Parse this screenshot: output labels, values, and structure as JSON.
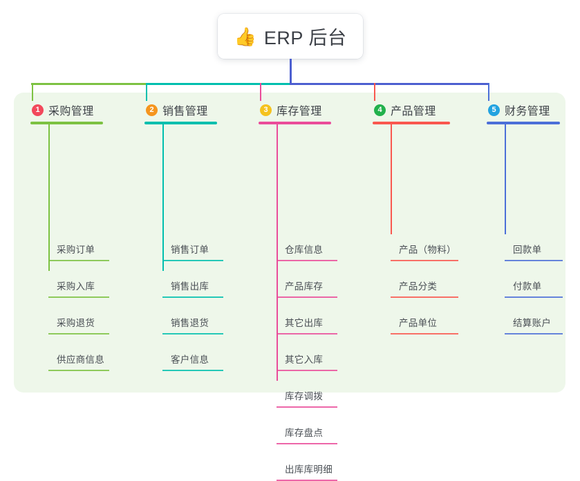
{
  "root": {
    "icon": "thumbs-up-icon",
    "emoji": "👍",
    "title": "ERP 后台"
  },
  "theme": {
    "panel_bg": "#eef7ea",
    "root_bg": "#ffffff",
    "root_text": "#3b3f46",
    "trunk_color": "#4c5fd0",
    "bus_left": "#7dc242",
    "bus_mid": "#00bfae",
    "bus_right": "#4c5fd0"
  },
  "branches": [
    {
      "index": "1",
      "title": "采购管理",
      "color": "#7dc242",
      "badge_color": "#f2485b",
      "items": [
        "采购订单",
        "采购入库",
        "采购退货",
        "供应商信息"
      ]
    },
    {
      "index": "2",
      "title": "销售管理",
      "color": "#00bfae",
      "badge_color": "#f5951e",
      "items": [
        "销售订单",
        "销售出库",
        "销售退货",
        "客户信息"
      ]
    },
    {
      "index": "3",
      "title": "库存管理",
      "color": "#ea4c9a",
      "badge_color": "#f5c21e",
      "items": [
        "仓库信息",
        "产品库存",
        "其它出库",
        "其它入库",
        "库存调拨",
        "库存盘点",
        "出库库明细"
      ]
    },
    {
      "index": "4",
      "title": "产品管理",
      "color": "#f9574f",
      "badge_color": "#22b14c",
      "items": [
        "产品（物料）",
        "产品分类",
        "产品单位"
      ]
    },
    {
      "index": "5",
      "title": "财务管理",
      "color": "#4c6fd8",
      "badge_color": "#23a3e0",
      "items": [
        "回款单",
        "付款单",
        "结算账户"
      ]
    }
  ]
}
